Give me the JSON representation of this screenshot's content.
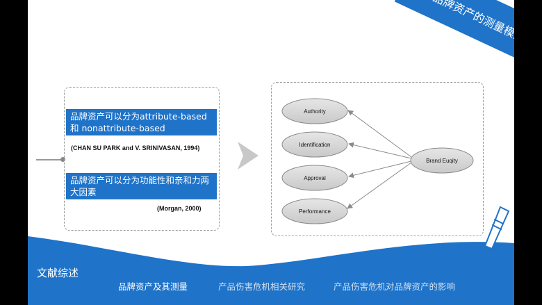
{
  "header": {
    "banner_title": "品牌资产的测量模型"
  },
  "left_panel": {
    "bar1": "品牌资产可以分为attribute-based和 nonattribute-based",
    "cite1": "(CHAN SU PARK and V. SRINIVASAN, 1994)",
    "bar2": "品牌资产可以分为功能性和亲和力两大因素",
    "cite2": "(Morgan, 2000)"
  },
  "diagram": {
    "center": "Brand Euqity",
    "nodes": [
      "Authority",
      "Identification",
      "Approval",
      "Performance"
    ]
  },
  "footer": {
    "section_title": "文献综述",
    "nav": [
      "品牌资产及其测量",
      "产品伤害危机相关研究",
      "产品伤害危机对品牌资产的影响"
    ]
  },
  "colors": {
    "accent": "#1f73c8",
    "background": "#ffffff",
    "frame": "#000000"
  }
}
